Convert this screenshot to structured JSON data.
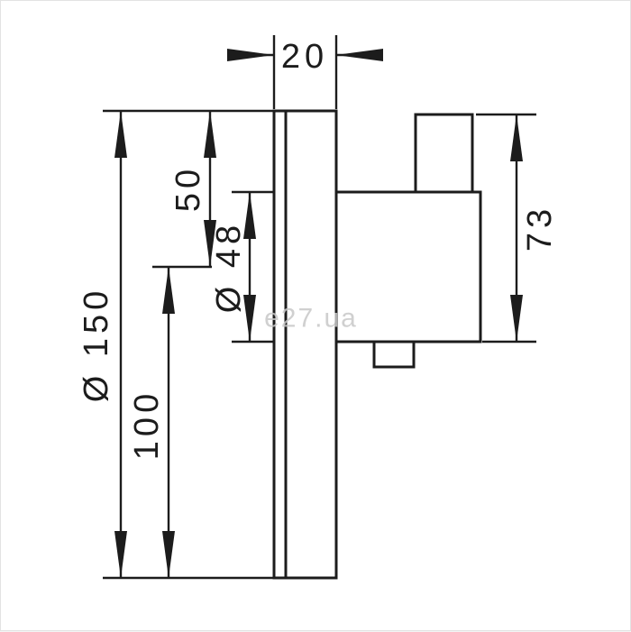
{
  "style": {
    "line_color": "#1c1c1c",
    "watermark_color": "#c8c8c8",
    "background_color": "#ffffff",
    "border_color": "#e3e3e3"
  },
  "watermark": {
    "text": "e27.ua"
  },
  "dimensions": {
    "plate_depth": {
      "label": "20"
    },
    "plate_height": {
      "label": "Ø 150"
    },
    "top_to_handle_center": {
      "label": "50"
    },
    "handle_diameter": {
      "label": "Ø 48"
    },
    "handle_center_to_bottom": {
      "label": "100"
    },
    "projection": {
      "label": "73"
    }
  }
}
